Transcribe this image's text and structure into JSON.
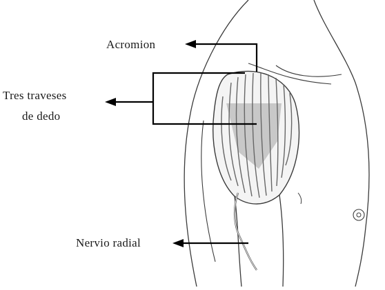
{
  "labels": {
    "acromion": "Acromion",
    "tres_traveses_line1": "Tres traveses",
    "tres_traveses_line2": "de dedo",
    "nervio_radial": "Nervio radial"
  },
  "colors": {
    "line": "#000000",
    "sketch": "#3a3a3a",
    "text": "#1a1a1a",
    "shade": "#bdbdbd"
  }
}
